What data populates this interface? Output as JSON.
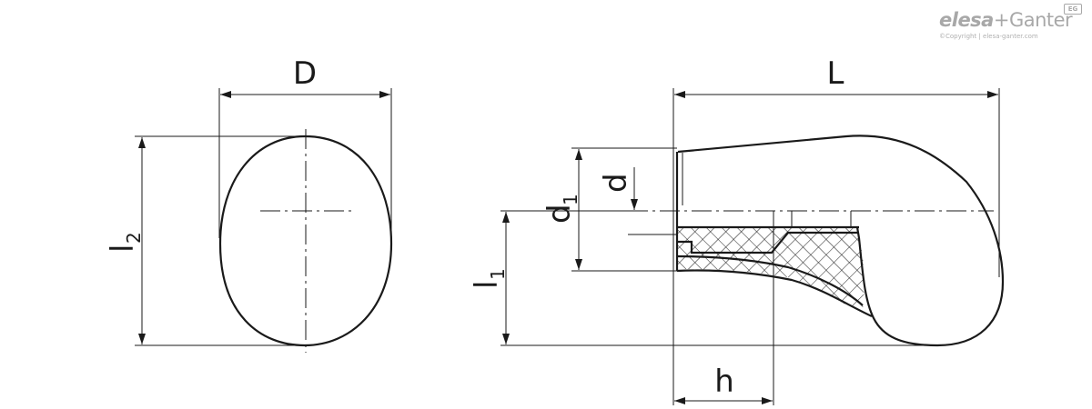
{
  "logo": {
    "brand_a": "elesa",
    "brand_b": "+Ganter",
    "badge": "EG",
    "copyright": "©Copyright | elesa-ganter.com"
  },
  "dimensions": {
    "D": "D",
    "L": "L",
    "l2_main": "l",
    "l2_sub": "2",
    "l1_main": "l",
    "l1_sub": "1",
    "d1_main": "d",
    "d1_sub": "1",
    "d": "d",
    "h": "h"
  },
  "colors": {
    "line": "#1a1a1a",
    "logo": "#a8a8a8"
  }
}
